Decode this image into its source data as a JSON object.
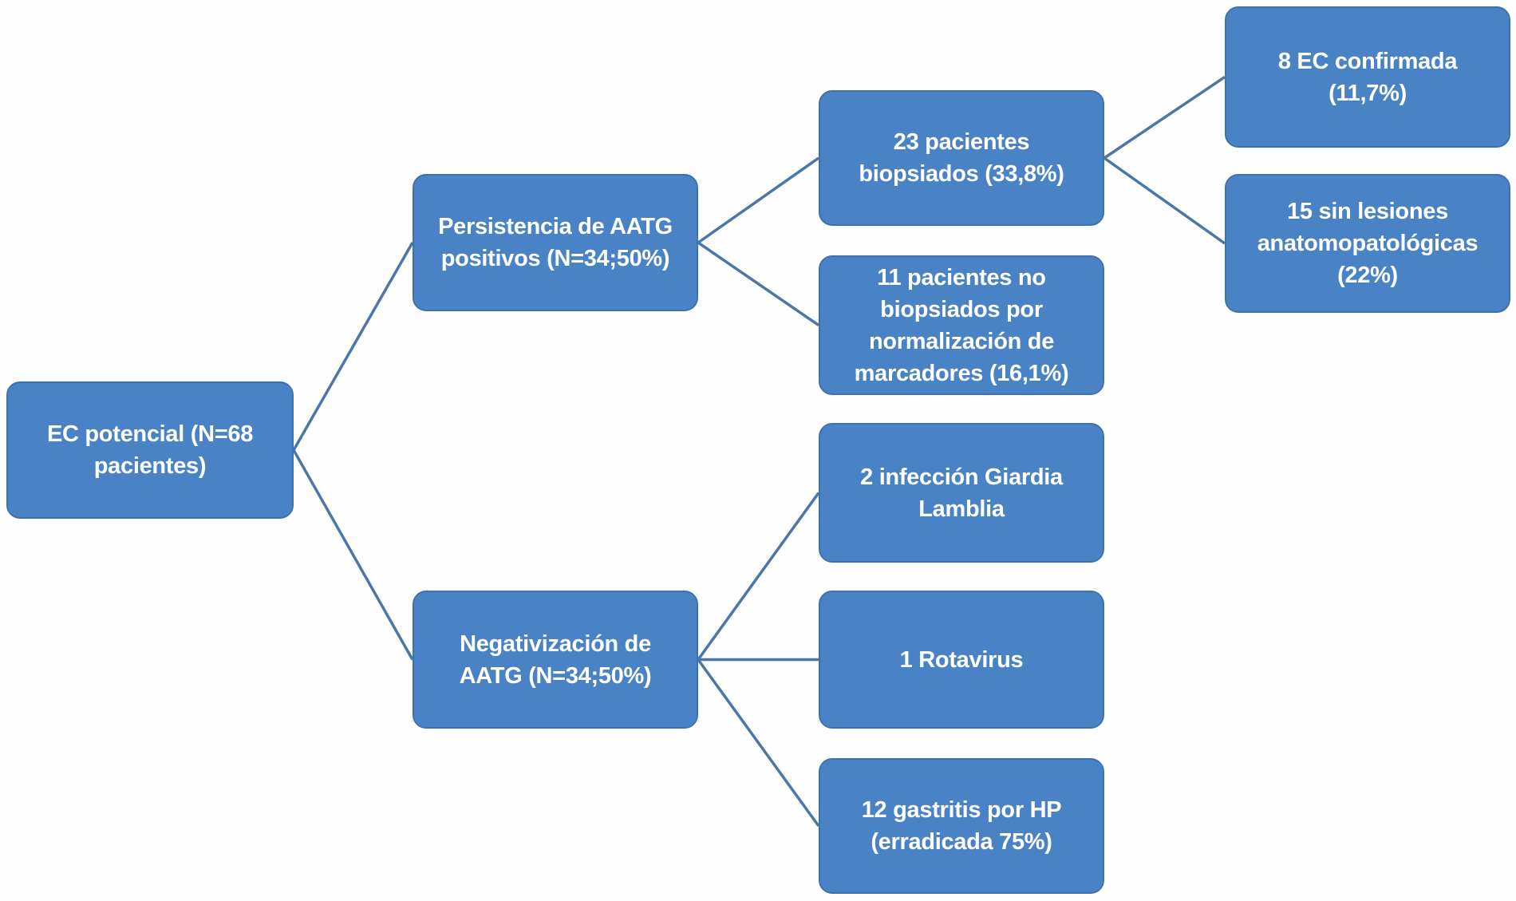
{
  "diagram": {
    "type": "flowchart",
    "background_color": "#fefefe",
    "box_fill_color": "#4a83c5",
    "box_border_color": "#3e72ad",
    "connector_color": "#4a76a8",
    "text_color": "#ffffff",
    "nodes": [
      {
        "id": "ec-potencial",
        "label": "EC potencial (N=68\npacientes)"
      },
      {
        "id": "persistencia",
        "label": "Persistencia de AATG\npositivos (N=34;50%)"
      },
      {
        "id": "biopsiados",
        "label": "23 pacientes\nbiopsiados (33,8%)"
      },
      {
        "id": "ec-confirmada",
        "label": "8 EC confirmada\n(11,7%)"
      },
      {
        "id": "sin-lesiones",
        "label": "15 sin lesiones\nanatomopatológicas\n(22%)"
      },
      {
        "id": "no-biopsiados",
        "label": "11 pacientes no\nbiopsiados por\nnormalización de\nmarcadores (16,1%)"
      },
      {
        "id": "negativizacion",
        "label": "Negativización de\nAATG (N=34;50%)"
      },
      {
        "id": "giardia",
        "label": "2 infección Giardia\nLamblia"
      },
      {
        "id": "rotavirus",
        "label": "1 Rotavirus"
      },
      {
        "id": "gastritis",
        "label": "12 gastritis por HP\n(erradicada 75%)"
      }
    ],
    "edges": [
      {
        "from": "ec-potencial",
        "to": "persistencia"
      },
      {
        "from": "ec-potencial",
        "to": "negativizacion"
      },
      {
        "from": "persistencia",
        "to": "biopsiados"
      },
      {
        "from": "persistencia",
        "to": "no-biopsiados"
      },
      {
        "from": "biopsiados",
        "to": "ec-confirmada"
      },
      {
        "from": "biopsiados",
        "to": "sin-lesiones"
      },
      {
        "from": "negativizacion",
        "to": "giardia"
      },
      {
        "from": "negativizacion",
        "to": "rotavirus"
      },
      {
        "from": "negativizacion",
        "to": "gastritis"
      }
    ]
  }
}
